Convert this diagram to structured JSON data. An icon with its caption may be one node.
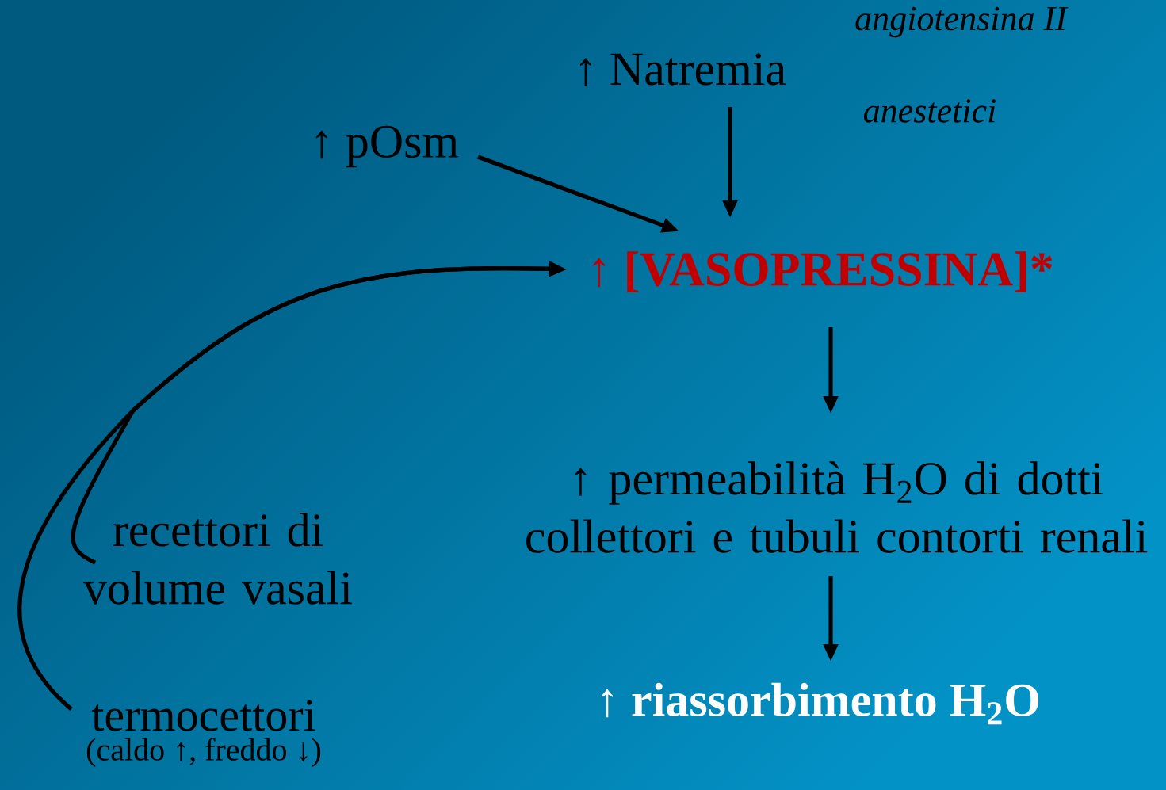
{
  "diagram": {
    "nodes": [
      {
        "text": [
          "↑ Natremia"
        ]
      },
      {
        "text": [
          "↑ pOsm"
        ]
      },
      {
        "text": [
          "↑ [VASOPRESSINA]*"
        ]
      },
      {
        "text": [
          "↑ permeabilità H$_{2}$O di dotti collettori e tubuli contorti renali"
        ]
      },
      {
        "text": [
          "↑ riassorbimento H$_{2}$O"
        ]
      },
      {
        "text": [
          "recettori di volume vasali"
        ]
      },
      {
        "text": [
          "termocettori"
        ],
        "beside": [
          "(caldo ↑, freddo ↓)"
        ]
      }
    ],
    "edges": [
      {
        "from": 0,
        "to": 2,
        "arrow": "to"
      },
      {
        "from": 1,
        "to": 2,
        "arrow": "to"
      },
      {
        "from": 5,
        "to": 2,
        "arrow": "to"
      },
      {
        "from": 6,
        "to": 2,
        "arrow": "to"
      },
      {
        "from": 2,
        "to": 3,
        "arrow": "to"
      },
      {
        "from": 3,
        "to": 4,
        "arrow": "to"
      }
    ],
    "labels": [
      "angiotensina II",
      "anestetici"
    ]
  }
}
